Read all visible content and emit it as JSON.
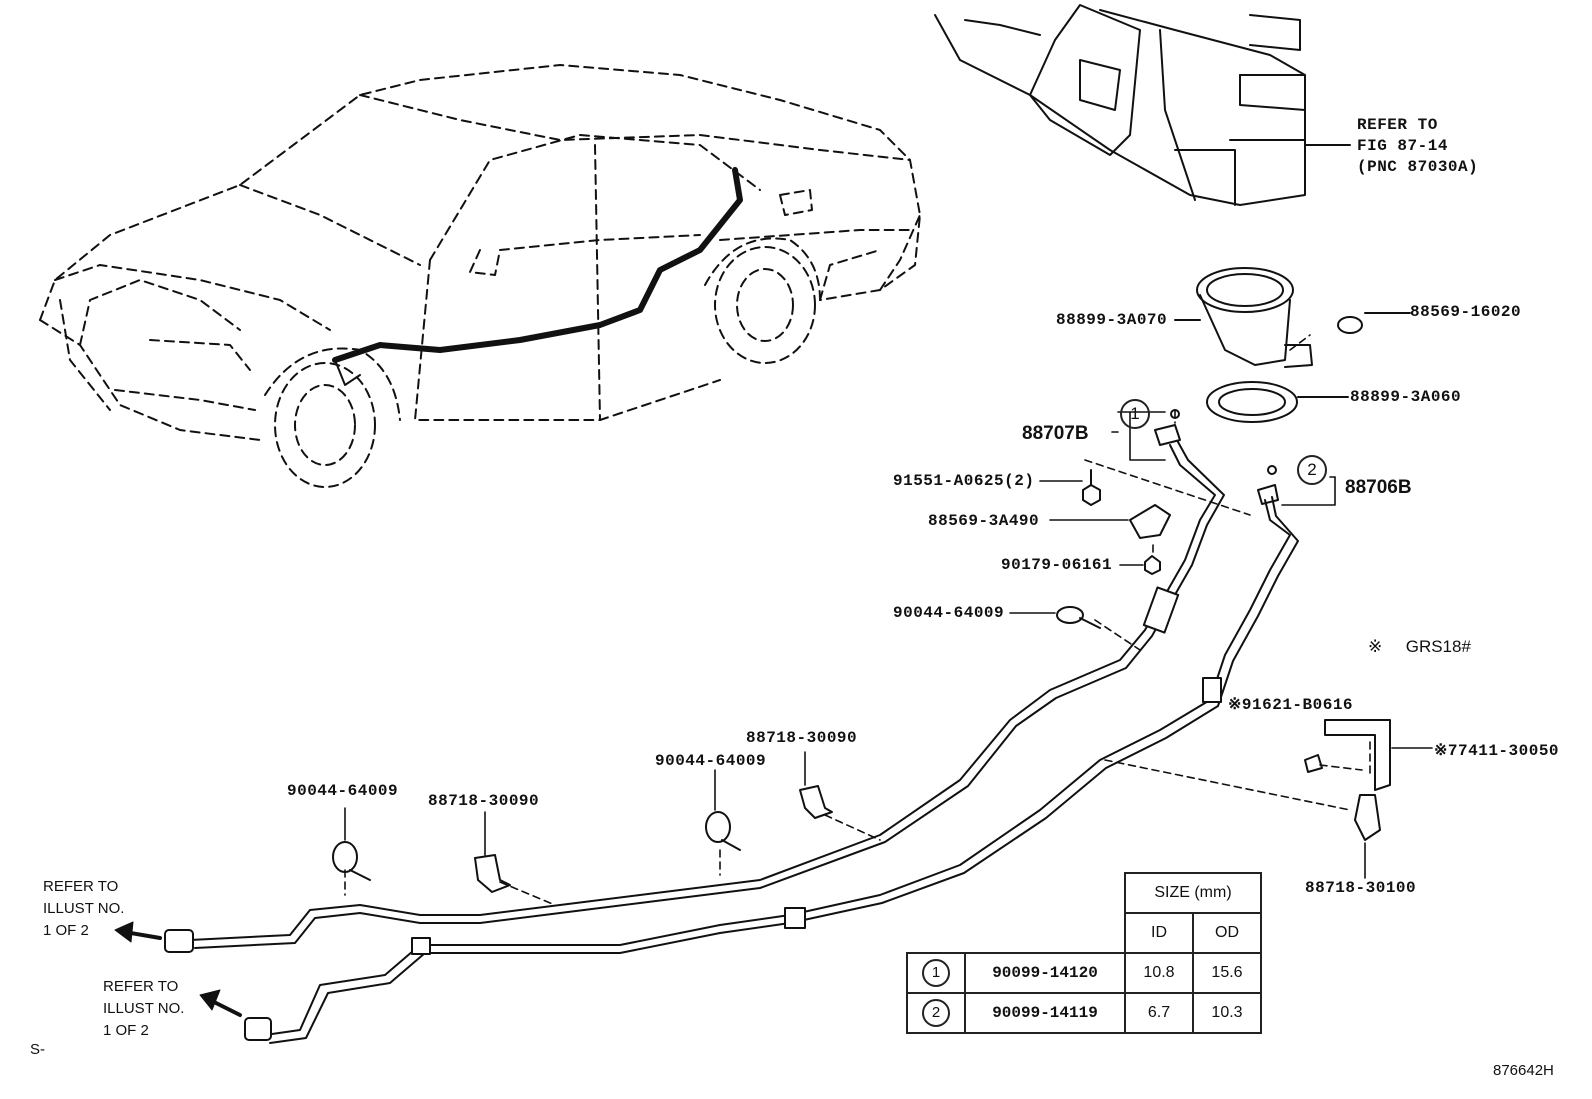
{
  "refer_fig": {
    "line1": "REFER TO",
    "line2": "FIG 87-14",
    "line3": "(PNC 87030A)"
  },
  "part_labels": [
    "88899-3A070",
    "88569-16020",
    "88899-3A060",
    "91551-A0625(2)",
    "88569-3A490",
    "90179-06161",
    "90044-64009",
    "90044-64009",
    "88718-30090",
    "90044-64009",
    "88718-30090",
    "91621-B0616",
    "77411-30050",
    "88718-30100"
  ],
  "assembly_labels": {
    "a": "88707B",
    "a_no": "1",
    "b": "88706B",
    "b_no": "2"
  },
  "note": {
    "mark": "※",
    "text": "GRS18#"
  },
  "marks": {
    "m1": "※",
    "m2": "※"
  },
  "refer_illust_1": {
    "line1": "REFER TO",
    "line2": "ILLUST NO.",
    "line3": "1 OF 2"
  },
  "refer_illust_2": {
    "line1": "REFER TO",
    "line2": "ILLUST NO.",
    "line3": "1 OF 2"
  },
  "size_table": {
    "header": "SIZE (mm)",
    "col_id": "ID",
    "col_od": "OD",
    "rows": [
      {
        "no": "1",
        "part": "90099-14120",
        "id": "10.8",
        "od": "15.6"
      },
      {
        "no": "2",
        "part": "90099-14119",
        "id": "6.7",
        "od": "10.3"
      }
    ]
  },
  "corner_left": "S-",
  "illustration_code": "876642H"
}
